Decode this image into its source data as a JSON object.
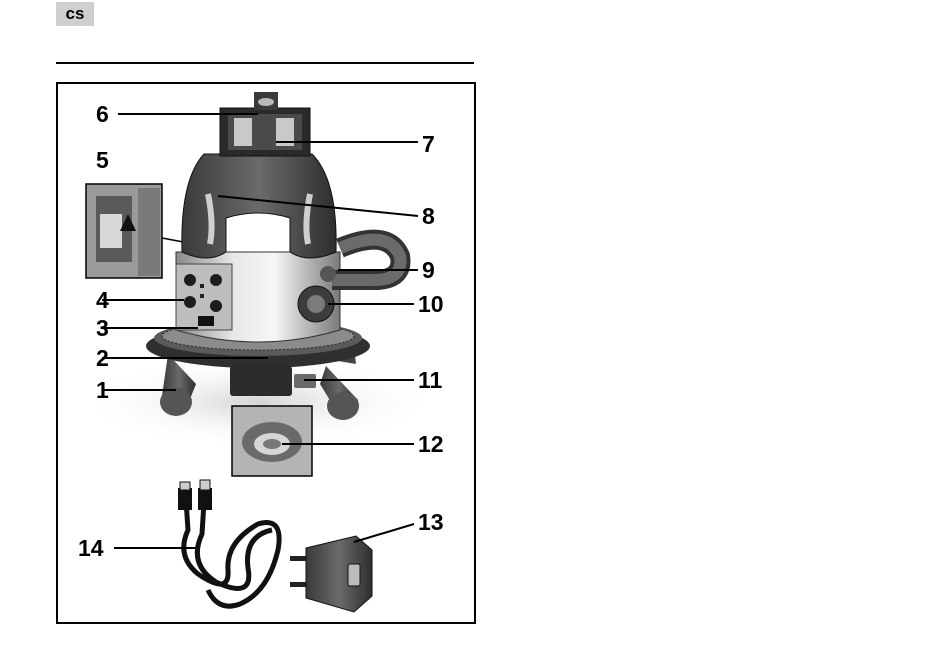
{
  "header": {
    "language_code": "cs"
  },
  "figure": {
    "callouts": [
      {
        "label": "1"
      },
      {
        "label": "2"
      },
      {
        "label": "3"
      },
      {
        "label": "4"
      },
      {
        "label": "5"
      },
      {
        "label": "6"
      },
      {
        "label": "7"
      },
      {
        "label": "8"
      },
      {
        "label": "9"
      },
      {
        "label": "10"
      },
      {
        "label": "11"
      },
      {
        "label": "12"
      },
      {
        "label": "13"
      },
      {
        "label": "14"
      }
    ]
  }
}
